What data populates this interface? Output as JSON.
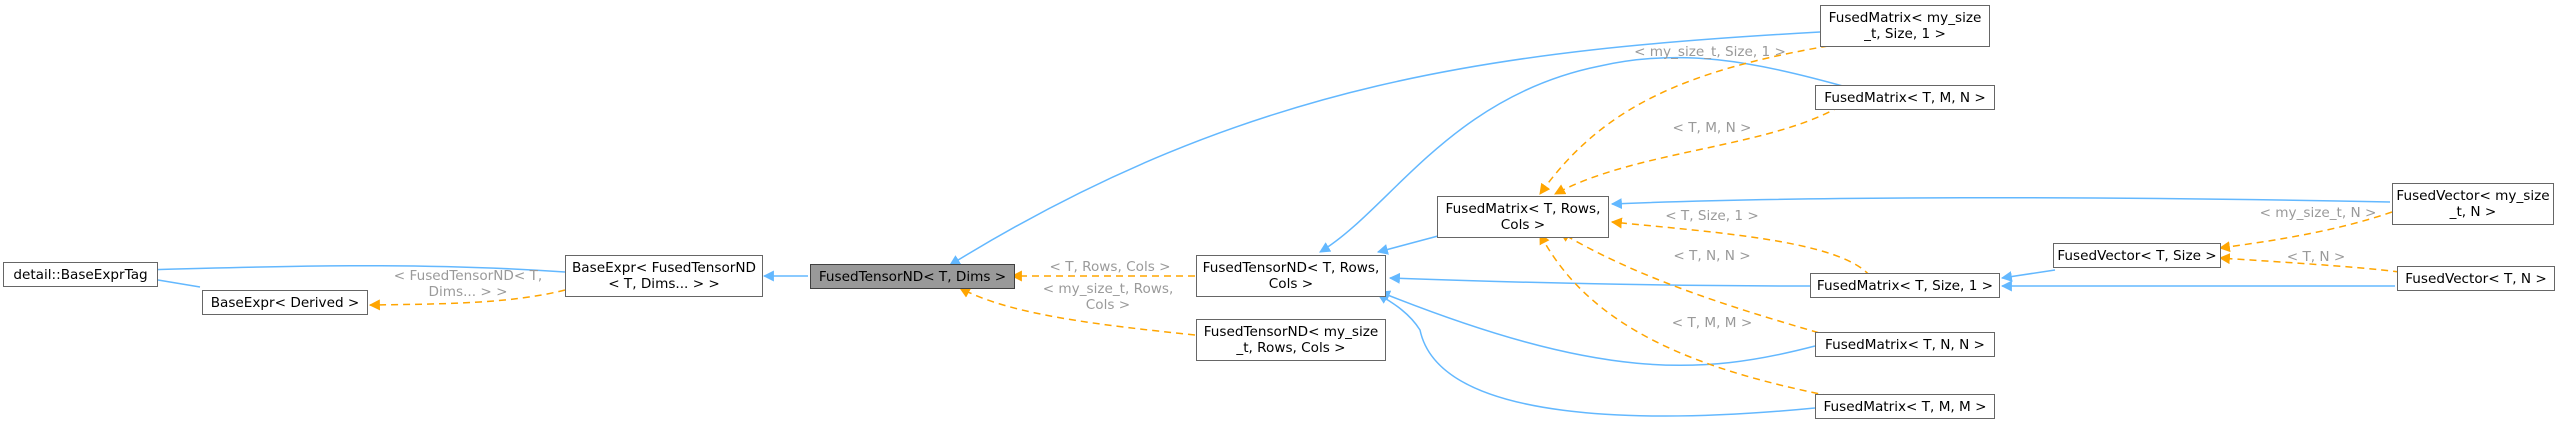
{
  "colors": {
    "inherit": "#63b8ff",
    "template": "#ffa500",
    "label": "#9a9a9a",
    "border": "#666666",
    "focus_fill": "#999999"
  },
  "nodes": {
    "base_expr_tag": "detail::BaseExprTag",
    "base_expr_derived": "BaseExpr< Derived >",
    "base_expr_fused": "BaseExpr< FusedTensorND\n< T, Dims... > >",
    "fused_tensor_nd": "FusedTensorND< T, Dims >",
    "fused_tensor_nd_rows_cols": "FusedTensorND< T, Rows,\nCols >",
    "fused_tensor_nd_my_size": "FusedTensorND< my_size\n_t, Rows, Cols >",
    "fused_matrix_rows_cols": "FusedMatrix< T, Rows,\nCols >",
    "fused_matrix_my_size": "FusedMatrix< my_size\n_t, Size, 1 >",
    "fused_matrix_t_m_n": "FusedMatrix< T, M, N >",
    "fused_matrix_t_size_1": "FusedMatrix< T, Size, 1 >",
    "fused_matrix_t_n_n": "FusedMatrix< T, N, N >",
    "fused_matrix_t_m_m": "FusedMatrix< T, M, M >",
    "fused_vector_t_size": "FusedVector< T, Size >",
    "fused_vector_my_size": "FusedVector< my_size\n_t, N >",
    "fused_vector_t_n": "FusedVector< T, N >"
  },
  "edge_labels": {
    "fused_tensor_nd_args": "< FusedTensorND< T,\nDims... > >",
    "rows_cols": "< T, Rows, Cols >",
    "my_size_rows_cols": "< my_size_t, Rows,\nCols >",
    "my_size_size_1": "< my_size_t, Size, 1 >",
    "t_m_n": "< T, M, N >",
    "t_size_1": "< T, Size, 1 >",
    "t_n_n": "< T, N, N >",
    "t_m_m": "< T, M, M >",
    "my_size_n": "< my_size_t, N >",
    "t_n": "< T, N >"
  }
}
